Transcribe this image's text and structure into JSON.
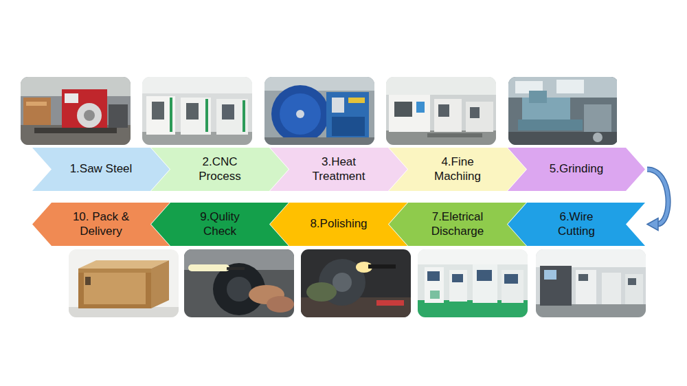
{
  "diagram": {
    "nodes": [
      {
        "text": [
          "1.Saw Steel"
        ]
      },
      {
        "text": [
          "2.CNC Process"
        ]
      },
      {
        "text": [
          "3.Heat Treatment"
        ]
      },
      {
        "text": [
          "4.Fine Machiing"
        ]
      },
      {
        "text": [
          "5.Grinding"
        ]
      },
      {
        "text": [
          "6.Wire Cutting"
        ]
      },
      {
        "text": [
          "7.Eletrical Discharge"
        ]
      },
      {
        "text": [
          "8.Polishing"
        ]
      },
      {
        "text": [
          "9.Qulity Check"
        ]
      },
      {
        "text": [
          "10. Pack & Delivery"
        ]
      }
    ],
    "edges": [
      {
        "from": 4,
        "to": 5,
        "arrow": "to"
      }
    ]
  }
}
